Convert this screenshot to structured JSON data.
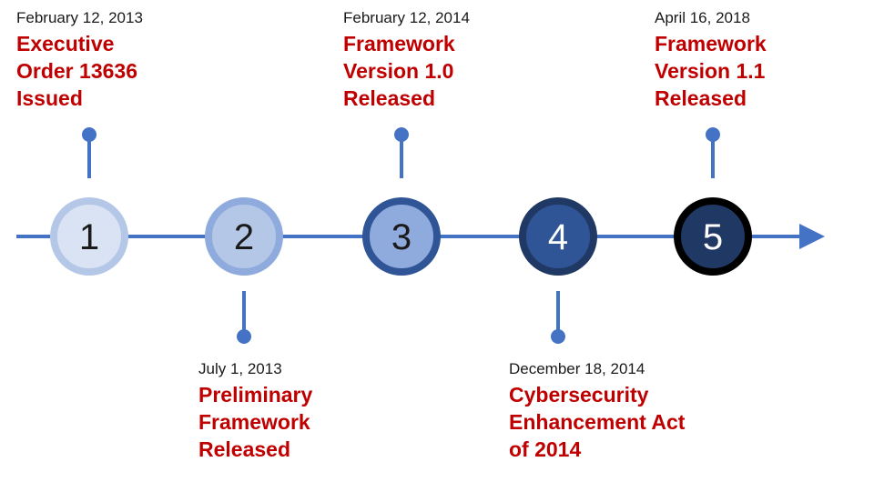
{
  "milestones": [
    {
      "number": "1",
      "fill": "#dae3f3",
      "ring": "#b4c7e7",
      "text_color": "#1a1a1a"
    },
    {
      "number": "2",
      "fill": "#b4c7e7",
      "ring": "#8faadc",
      "text_color": "#1a1a1a"
    },
    {
      "number": "3",
      "fill": "#8faadc",
      "ring": "#2f5597",
      "text_color": "#1a1a1a"
    },
    {
      "number": "4",
      "fill": "#2f5597",
      "ring": "#203864",
      "text_color": "#ffffff"
    },
    {
      "number": "5",
      "fill": "#203864",
      "ring": "#000000",
      "text_color": "#ffffff"
    }
  ],
  "events": [
    {
      "date": "February 12, 2013",
      "title_lines": [
        "Executive",
        "Order 13636",
        "Issued"
      ]
    },
    {
      "date": "July 1, 2013",
      "title_lines": [
        "Preliminary",
        "Framework",
        "Released"
      ]
    },
    {
      "date": "February 12, 2014",
      "title_lines": [
        "Framework",
        "Version 1.0",
        "Released"
      ]
    },
    {
      "date": "December 18, 2014",
      "title_lines": [
        "Cybersecurity",
        "Enhancement Act",
        "of 2014"
      ]
    },
    {
      "date": "April 16, 2018",
      "title_lines": [
        "Framework",
        "Version 1.1",
        "Released"
      ]
    }
  ],
  "colors": {
    "axis": "#4472c4",
    "connector": "#4472c4",
    "date_text": "#1a1a1a",
    "title_text": "#c00000"
  },
  "icons": {
    "axis_end": "arrow-right-icon",
    "connector_end": "dot-icon"
  }
}
